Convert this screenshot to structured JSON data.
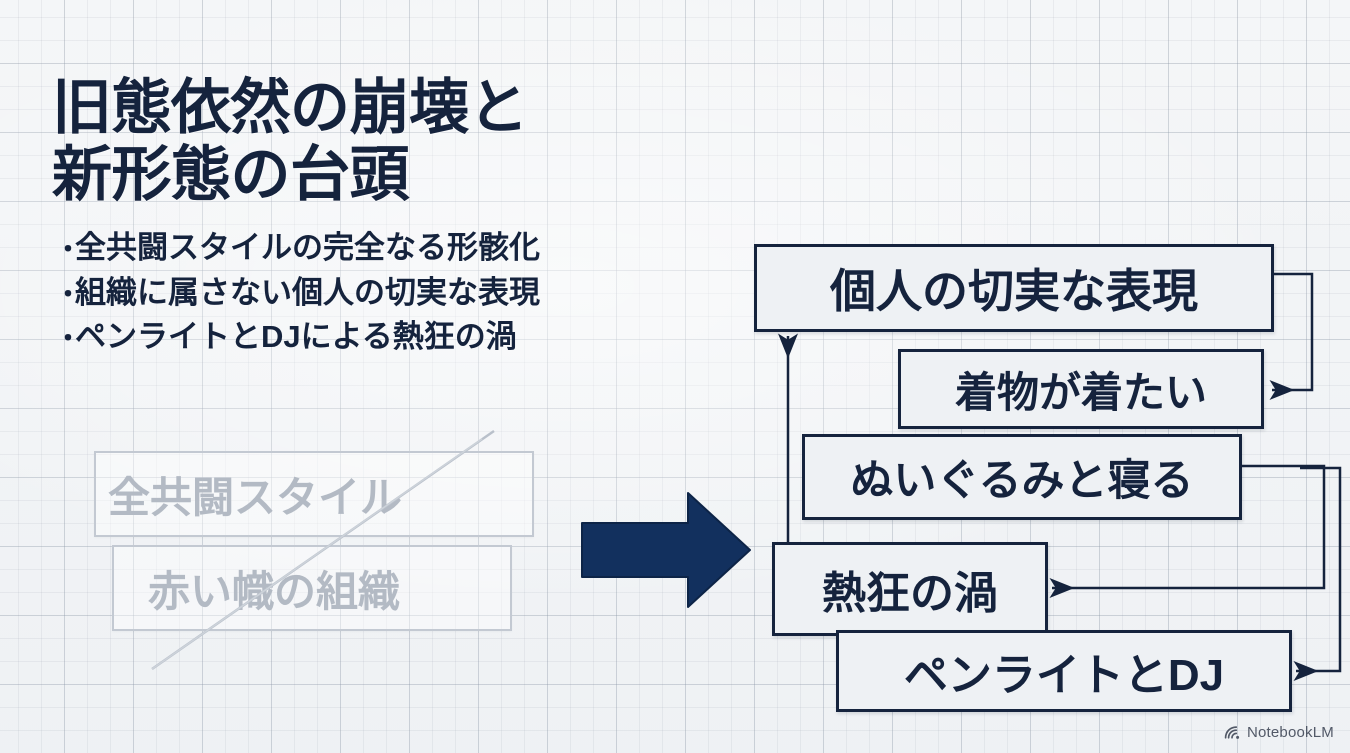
{
  "slide": {
    "title": "旧態依然の崩壊と\n新形態の台頭",
    "bullet_marker": "・",
    "bullets": [
      "全共闘スタイルの完全なる形骸化",
      "組織に属さない個人の切実な表現",
      "ペンライトとDJによる熱狂の渦"
    ],
    "old_group": {
      "label": "crossed-out-old-style",
      "boxes": [
        "全共闘スタイル",
        "赤い幟の組織"
      ]
    },
    "transition_arrow": "right-arrow",
    "new_group": {
      "label": "new-forms-diagram",
      "boxes": [
        "個人の切実な表現",
        "着物が着たい",
        "ぬいぐるみと寝る",
        "熱狂の渦",
        "ペンライトとDJ"
      ]
    },
    "watermark": {
      "icon": "notebooklm-icon",
      "text": "NotebookLM"
    },
    "colors": {
      "ink": "#15233d",
      "faded": "#b3bac4",
      "faded_border": "#c3c9d2",
      "box_fill": "#eef1f4",
      "background": "#f2f4f6",
      "grid": "#788596"
    }
  }
}
